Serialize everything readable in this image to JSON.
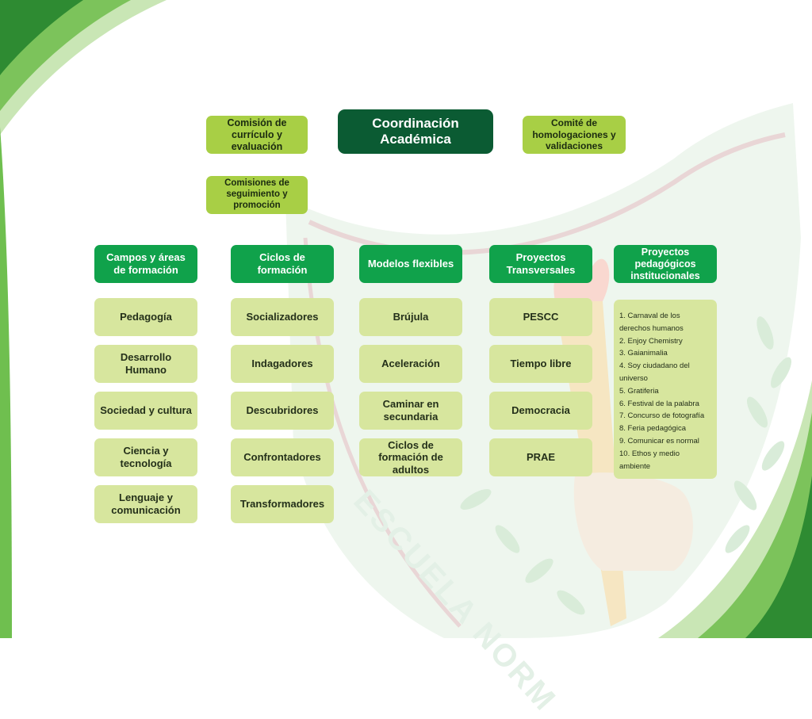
{
  "top": {
    "center": "Coordinación Académica",
    "left": "Comisión de currículo y evaluación",
    "right": "Comité de homologaciones y validaciones",
    "left_sub": "Comisiones de seguimiento y promoción"
  },
  "columns": [
    {
      "header": "Campos y áreas de formación",
      "items": [
        "Pedagogía",
        "Desarrollo Humano",
        "Sociedad y cultura",
        "Ciencia y tecnología",
        "Lenguaje y comunicación"
      ]
    },
    {
      "header": "Ciclos de formación",
      "items": [
        "Socializadores",
        "Indagadores",
        "Descubridores",
        "Confrontadores",
        "Transformadores"
      ]
    },
    {
      "header": "Modelos flexibles",
      "items": [
        "Brújula",
        "Aceleración",
        "Caminar en secundaria",
        "Ciclos de formación de adultos"
      ]
    },
    {
      "header": "Proyectos Transversales",
      "items": [
        "PESCC",
        "Tiempo libre",
        "Democracia",
        "PRAE"
      ]
    },
    {
      "header": "Proyectos pedagógicos institucionales",
      "list": [
        "1. Carnaval de los derechos humanos",
        "2. Enjoy Chemistry",
        "3. Gaianimalia",
        "4. Soy ciudadano del universo",
        "5. Gratiferia",
        "6. Festival de la palabra",
        "7. Concurso de fotografía",
        "8. Feria pedagógica",
        "9. Comunicar es normal",
        "10. Ethos y medio ambiente"
      ]
    }
  ],
  "watermark": "ESCUELA NORM",
  "colors": {
    "dark_green": "#0b5b33",
    "lime": "#a8cf45",
    "header_green": "#10a24b",
    "item_bg": "#d7e69e"
  }
}
